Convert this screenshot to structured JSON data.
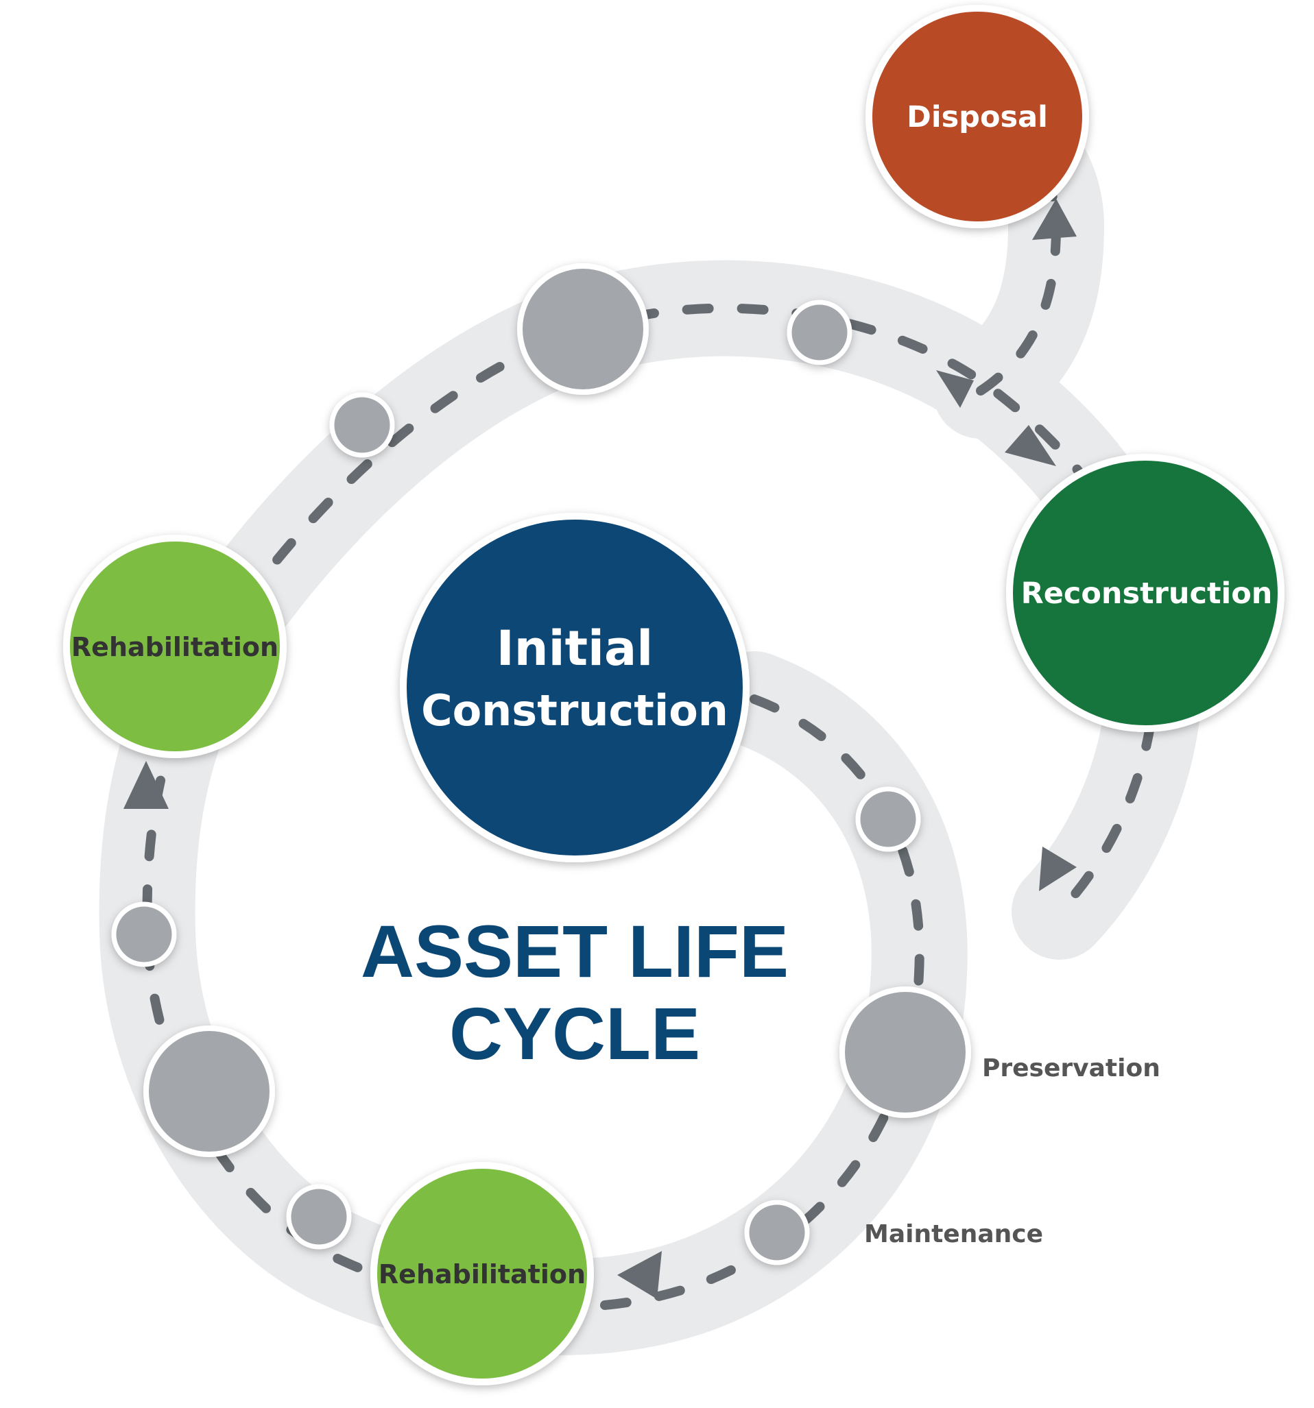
{
  "title": {
    "line1": "ASSET LIFE",
    "line2": "CYCLE"
  },
  "nodes": {
    "initial_construction": {
      "line1": "Initial",
      "line2": "Construction"
    },
    "rehabilitation_left": "Rehabilitation",
    "rehabilitation_bottom": "Rehabilitation",
    "reconstruction": "Reconstruction",
    "disposal": "Disposal"
  },
  "side_labels": {
    "preservation": "Preservation",
    "maintenance": "Maintenance"
  },
  "colors": {
    "dark_blue": "#0b4775",
    "green_light": "#7bbd43",
    "green_dark": "#13743e",
    "orange_red": "#b84b27",
    "track": "#e9eaec",
    "dash": "#656b70",
    "gray_dot": "#a3a7ab",
    "label_dark": "#333333",
    "label_gray": "#555555"
  }
}
